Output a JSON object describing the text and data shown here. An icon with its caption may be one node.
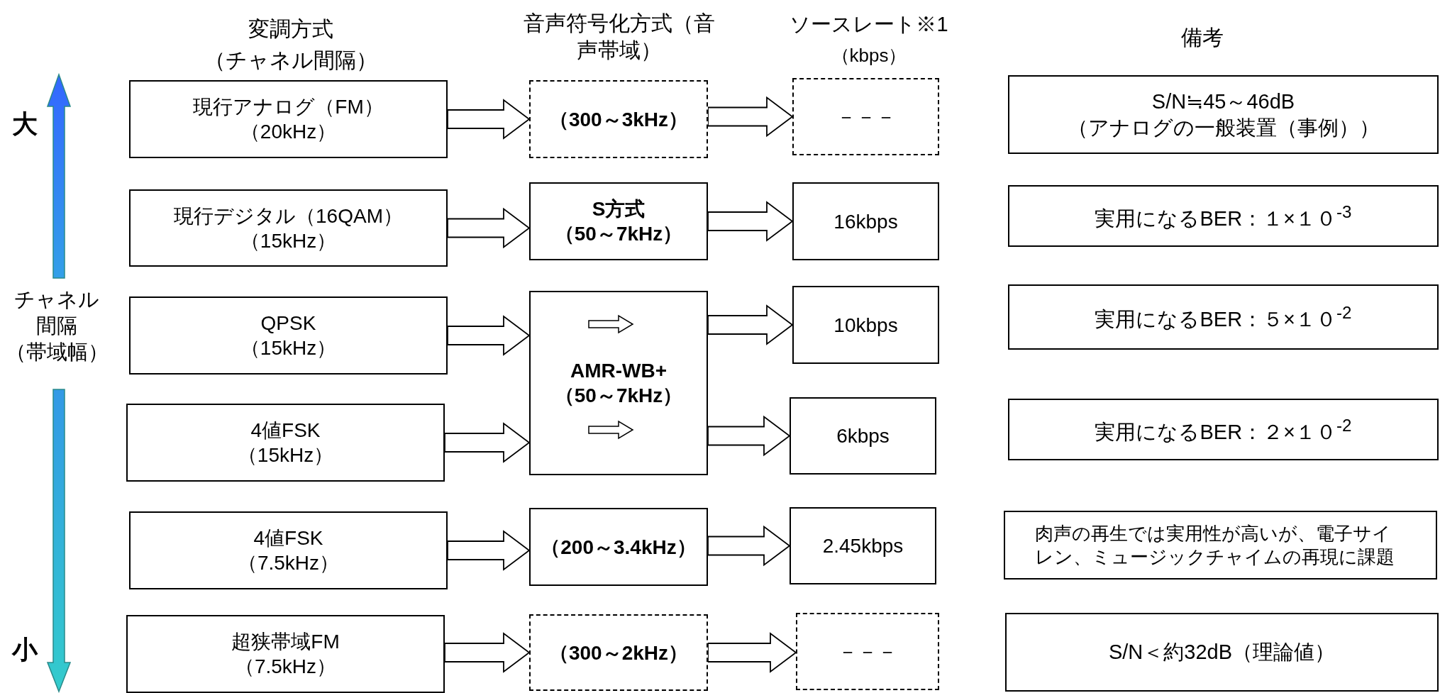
{
  "diagram": {
    "nodes": [
      {
        "text": [
          "現行アナログ（FM）",
          "（20kHz）"
        ]
      },
      {
        "text": [
          "（300～3kHz）"
        ]
      },
      {
        "text": [
          "－－－"
        ]
      },
      {
        "text": [
          "S/N≒45～46dB",
          "（アナログの一般装置（事例））"
        ]
      },
      {
        "text": [
          "現行デジタル（16QAM）",
          "（15kHz）"
        ]
      },
      {
        "text": [
          "S方式",
          "（50～7kHz）"
        ]
      },
      {
        "text": [
          "16kbps"
        ]
      },
      {
        "text": [
          "実用になるBER：１×１０$^{-3}$"
        ]
      },
      {
        "text": [
          "QPSK",
          "（15kHz）"
        ]
      },
      {
        "text": [
          "AMR-WB+",
          "（50～7kHz）"
        ]
      },
      {
        "text": [
          "10kbps"
        ]
      },
      {
        "text": [
          "実用になるBER：５×１０$^{-2}$"
        ]
      },
      {
        "text": [
          "4値FSK",
          "（15kHz）"
        ]
      },
      {
        "text": [
          "6kbps"
        ]
      },
      {
        "text": [
          "実用になるBER：２×１０$^{-2}$"
        ]
      },
      {
        "text": [
          "4値FSK",
          "（7.5kHz）"
        ]
      },
      {
        "text": [
          "（200～3.4kHz）"
        ]
      },
      {
        "text": [
          "2.45kbps"
        ]
      },
      {
        "text": [
          "肉声の再生では実用性が高いが、電子サイレン、ミュージックチャイムの再現に課題"
        ]
      },
      {
        "text": [
          "超狭帯域FM",
          "（7.5kHz）"
        ]
      },
      {
        "text": [
          "（300～2kHz）"
        ]
      },
      {
        "text": [
          "－－－"
        ]
      },
      {
        "text": [
          "S/N＜約32dB（理論値）"
        ]
      }
    ],
    "edges": [
      {
        "from": 0,
        "to": 1,
        "arrow": "to"
      },
      {
        "from": 1,
        "to": 2,
        "arrow": "to"
      },
      {
        "from": 4,
        "to": 5,
        "arrow": "to"
      },
      {
        "from": 5,
        "to": 6,
        "arrow": "to"
      },
      {
        "from": 8,
        "to": 9,
        "arrow": "to"
      },
      {
        "from": 9,
        "to": 10,
        "arrow": "to"
      },
      {
        "from": 12,
        "to": 9,
        "arrow": "to"
      },
      {
        "from": 9,
        "to": 13,
        "arrow": "to"
      },
      {
        "from": 15,
        "to": 16,
        "arrow": "to"
      },
      {
        "from": 16,
        "to": 17,
        "arrow": "to"
      },
      {
        "from": 19,
        "to": 20,
        "arrow": "to"
      },
      {
        "from": 20,
        "to": 21,
        "arrow": "to"
      }
    ],
    "labels": [
      "変調方式",
      "（チャネル間隔）",
      "音声符号化方式（音声帯域）",
      "ソースレート※1",
      "（kbps）",
      "備考",
      "大",
      "チャネル",
      "間隔",
      "（帯域幅）",
      "小"
    ]
  }
}
